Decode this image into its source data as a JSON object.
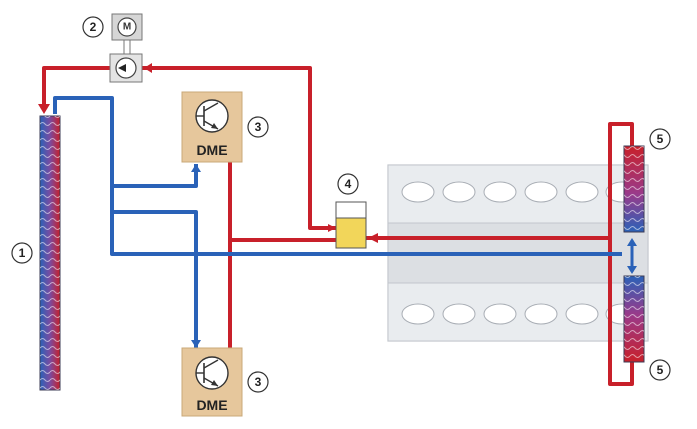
{
  "diagram": {
    "callouts": [
      {
        "id": "1",
        "text": "1"
      },
      {
        "id": "2",
        "text": "2"
      },
      {
        "id": "3a",
        "text": "3"
      },
      {
        "id": "3b",
        "text": "3"
      },
      {
        "id": "4",
        "text": "4"
      },
      {
        "id": "5a",
        "text": "5"
      },
      {
        "id": "5b",
        "text": "5"
      }
    ],
    "dme_upper": "DME",
    "dme_lower": "DME",
    "motor_symbol": "M",
    "colors": {
      "hot_line": "#c8202a",
      "cold_line": "#2a62b8",
      "dme_box": "#e6c79c",
      "engine_block": "#e3e6ea",
      "reservoir_fluid": "#f2d65a",
      "pump_housing": "#d6d6d6"
    },
    "icons": [
      "transistor-icon",
      "motor-icon",
      "pump-icon",
      "radiator-icon",
      "heat-exchanger-icon"
    ]
  }
}
